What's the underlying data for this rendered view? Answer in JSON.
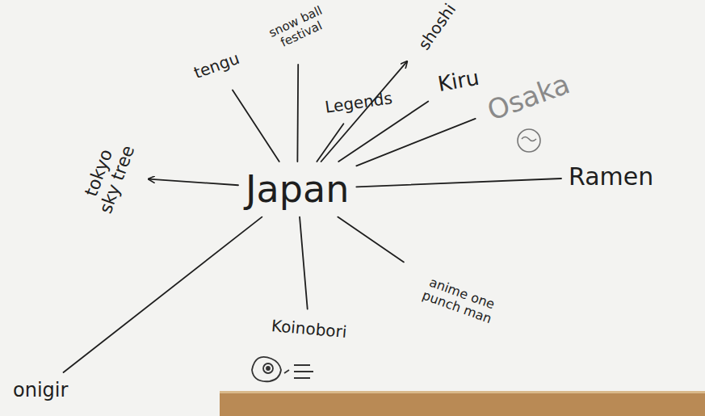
{
  "diagram": {
    "nodes": [
      {
        "text": [
          "Japan"
        ]
      },
      {
        "text": [
          "tokyo sky tree"
        ]
      },
      {
        "text": [
          "tengu"
        ]
      },
      {
        "text": [
          "snow ball festival"
        ]
      },
      {
        "text": [
          "Legends"
        ]
      },
      {
        "text": [
          "shoshi"
        ]
      },
      {
        "text": [
          "Kiru"
        ]
      },
      {
        "text": [
          "Osaka"
        ]
      },
      {
        "text": [
          "Ramen"
        ]
      },
      {
        "text": [
          "anime one punch man"
        ]
      },
      {
        "text": [
          "Koinobori"
        ]
      },
      {
        "text": [
          "onigir"
        ]
      }
    ],
    "edges": [
      {
        "from": 0,
        "to": 1,
        "arrow": "to"
      },
      {
        "from": 0,
        "to": 2,
        "arrow": "none"
      },
      {
        "from": 0,
        "to": 3,
        "arrow": "none"
      },
      {
        "from": 0,
        "to": 4,
        "arrow": "none"
      },
      {
        "from": 0,
        "to": 5,
        "arrow": "to"
      },
      {
        "from": 0,
        "to": 6,
        "arrow": "none"
      },
      {
        "from": 0,
        "to": 7,
        "arrow": "none"
      },
      {
        "from": 0,
        "to": 8,
        "arrow": "none"
      },
      {
        "from": 0,
        "to": 9,
        "arrow": "none"
      },
      {
        "from": 0,
        "to": 10,
        "arrow": "none"
      },
      {
        "from": 0,
        "to": 11,
        "arrow": "none"
      }
    ]
  }
}
